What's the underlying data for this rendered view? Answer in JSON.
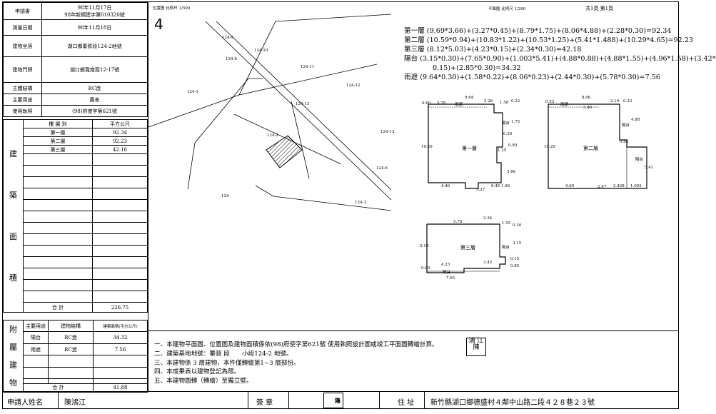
{
  "header": {
    "application_label": "申請書",
    "application_date": "98年11月17日",
    "application_no": "98年新鋼建字第010320號",
    "survey_date_label": "測量日期",
    "survey_date": "98年11月18日",
    "building_site_label": "建物坐落",
    "building_site": "湖口鄉蓁賀段124-2地號",
    "door_no_label": "建物門牌",
    "door_no": "湖口鄉寬南窩12-17號",
    "structure_label": "主體結構",
    "structure": "RC造",
    "use_label": "主要用途",
    "use": "農舍",
    "license_label": "使用執照",
    "license": "(98)府使字第621號"
  },
  "area_table": {
    "side_label": [
      "建",
      "築",
      "面",
      "積"
    ],
    "col_floor": "樓 層 別",
    "col_area": "平方公尺",
    "rows": [
      {
        "floor": "第一層",
        "area": "92.34"
      },
      {
        "floor": "第二層",
        "area": "92.23"
      },
      {
        "floor": "第三層",
        "area": "42.18"
      }
    ],
    "total_label": "合 計",
    "total": "226.75"
  },
  "attached_table": {
    "side_label": [
      "附",
      "屬",
      "建",
      "物"
    ],
    "col_use": "主要用途",
    "col_structure": "建物結構",
    "col_area": "建築面積(平方公尺)",
    "rows": [
      {
        "use": "陽台",
        "structure": "RC造",
        "area": "34.32"
      },
      {
        "use": "雨遮",
        "structure": "RC造",
        "area": "7.56"
      }
    ],
    "total_label": "合 計",
    "total": "41.88"
  },
  "site_plan": {
    "title": "位置圖 比例尺 1/500",
    "north_symbol": "4",
    "parcels": [
      "124-9",
      "124-10",
      "124-8",
      "124-11",
      "124-1",
      "124-12",
      "124-13",
      "124-2",
      "124-13",
      "124-6",
      "124",
      "124-3"
    ]
  },
  "floor_plan_header": {
    "scale": "平面圖 比例尺 1/200",
    "pages": "共1頁 第1頁"
  },
  "calculations": [
    "第一層 (9.69*3.66)+(3.27*0.45)+(8.79*1.75)+(8.06*4.88)+(2.28*0.30)=92.34",
    "第二層 (10.59*0.94)+(10.83*1.22)+(10.53*1.25)+(5.41*1.488)+(10.29*4.65)=92.23",
    "第三層 (8.12*5.03)+(4.23*0.15)+(2.34*0.30)=42.18",
    "陽台 (3.15*0.30)+(7.65*0.90)+(1.003*5.41)+(4.88*0.88)+(4.88*1.55)+(4.96*1.58)+(3.42*",
    "0.15)+(2.85*0.30)=34.32",
    "雨遮 (9.64*0.30)+(1.58*0.22)+(8.06*0.23)+(2.44*0.30)+(5.78*0.30)=7.56"
  ],
  "floor1": {
    "name": "第一層",
    "dims": [
      "9.64",
      "2.28",
      "1.58",
      "0.22",
      "5.78",
      "雨遮",
      "0.60",
      "10.29",
      "陽台",
      "1.75",
      "0.30",
      "0.90",
      "1.25",
      "3.66",
      "4.46",
      "3.27",
      "0.45",
      "1.96"
    ]
  },
  "floor2": {
    "name": "第二層",
    "dims": [
      "8.06",
      "2.16",
      "0.23",
      "雨遮",
      "3.46",
      "0.53",
      "陽台",
      "4.88",
      "0.88",
      "10.29",
      "陽台",
      "5.41",
      "4.65",
      "2.47",
      "2.428",
      "1.003"
    ]
  },
  "floor3": {
    "name": "第三層",
    "dims": [
      "5.78",
      "2.34",
      "1.55",
      "0.30",
      "5.18",
      "陽台",
      "3.15",
      "4.23",
      "3.42",
      "0.15",
      "0.85",
      "0.90",
      "陽台",
      "7.65"
    ]
  },
  "notes": [
    "一、本建物平面圖、位置圖及建物面積係依(98)府使字第621號 使用執照設計圖或竣工平面圖轉繪計算。",
    "二、建築基地地號：蓁賀 段　　小段124-2 地號。",
    "三、本建物係 3 層建物，本件僅轉繪第1~3 層部份。",
    "四、本成果表以建物登記為限。",
    "五、本建物圖轉（轉繪）至獨立壁。"
  ],
  "seal_text": "鴻江陳",
  "footer": {
    "applicant_label": "申請人姓名",
    "applicant_name": "陳鴻江",
    "stamp_label": "簽 章",
    "address_label": "住 址",
    "address": "新竹縣湖口鄉德盛村４鄰中山路二段４２８巷２３號"
  }
}
